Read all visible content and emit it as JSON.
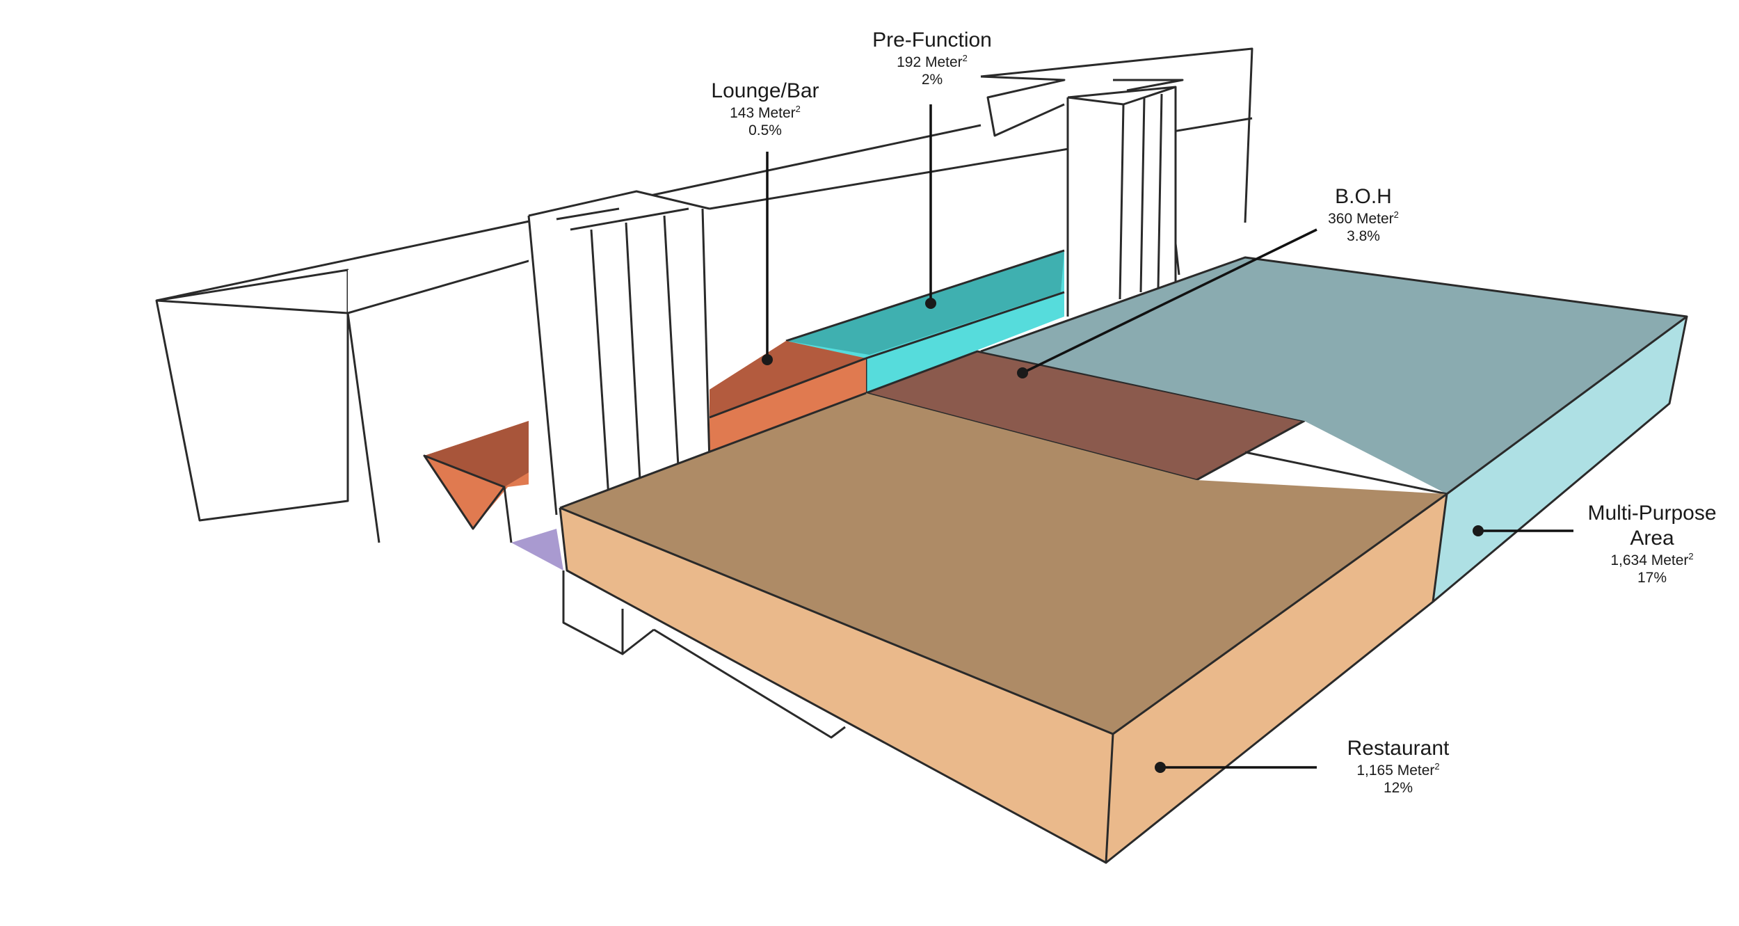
{
  "zones": [
    {
      "id": "lounge",
      "name": "Lounge/Bar",
      "area": "143 Meter",
      "pct": "0.5%",
      "color": "#e07a50"
    },
    {
      "id": "prefunction",
      "name": "Pre-Function",
      "area": "192 Meter",
      "pct": "2%",
      "color": "#3fc6c6"
    },
    {
      "id": "boh",
      "name": "B.O.H",
      "area": "360 Meter",
      "pct": "3.8%",
      "color": "#8b5a4d"
    },
    {
      "id": "multipurpose",
      "name_line1": "Multi-Purpose",
      "name_line2": "Area",
      "area": "1,634 Meter",
      "pct": "17%",
      "color": "#8aabb0"
    },
    {
      "id": "restaurant",
      "name": "Restaurant",
      "area": "1,165 Meter",
      "pct": "12%",
      "color": "#eab98b"
    }
  ],
  "unit_sup": "2"
}
